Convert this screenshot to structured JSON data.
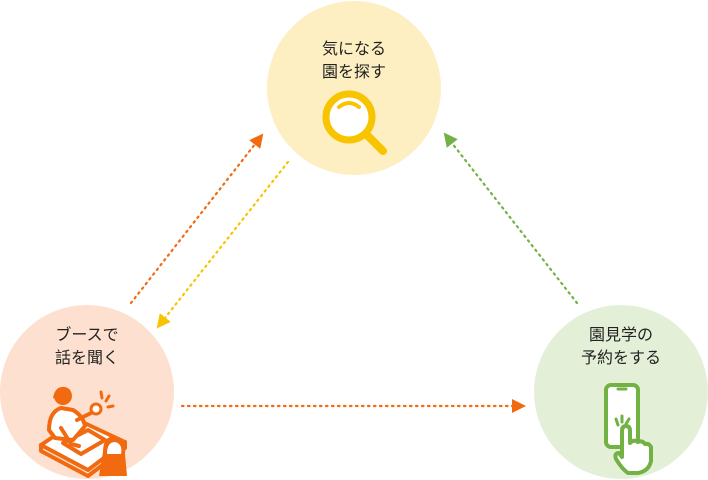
{
  "diagram": {
    "steps": [
      {
        "id": "find",
        "lines": [
          "気になる",
          "園を探す"
        ],
        "icon": "magnifier-icon",
        "bg_color": "#fdefc2",
        "icon_color": "#f8c400"
      },
      {
        "id": "booth",
        "lines": [
          "ブースで",
          "話を聞く"
        ],
        "icon": "consultation-icon",
        "bg_color": "#fde0cf",
        "icon_color": "#f26a10"
      },
      {
        "id": "reserve",
        "lines": [
          "園見学の",
          "予約をする"
        ],
        "icon": "smartphone-tap-icon",
        "bg_color": "#e4efd8",
        "icon_color": "#72b245"
      }
    ],
    "arrows": [
      {
        "from": "booth",
        "to": "find",
        "color": "#f26a10",
        "style": "dotted"
      },
      {
        "from": "find",
        "to": "booth",
        "color": "#f8c400",
        "style": "dotted"
      },
      {
        "from": "reserve",
        "to": "find",
        "color": "#72b245",
        "style": "dotted"
      },
      {
        "from": "booth",
        "to": "reserve",
        "color": "#f26a10",
        "style": "dotted"
      }
    ]
  }
}
